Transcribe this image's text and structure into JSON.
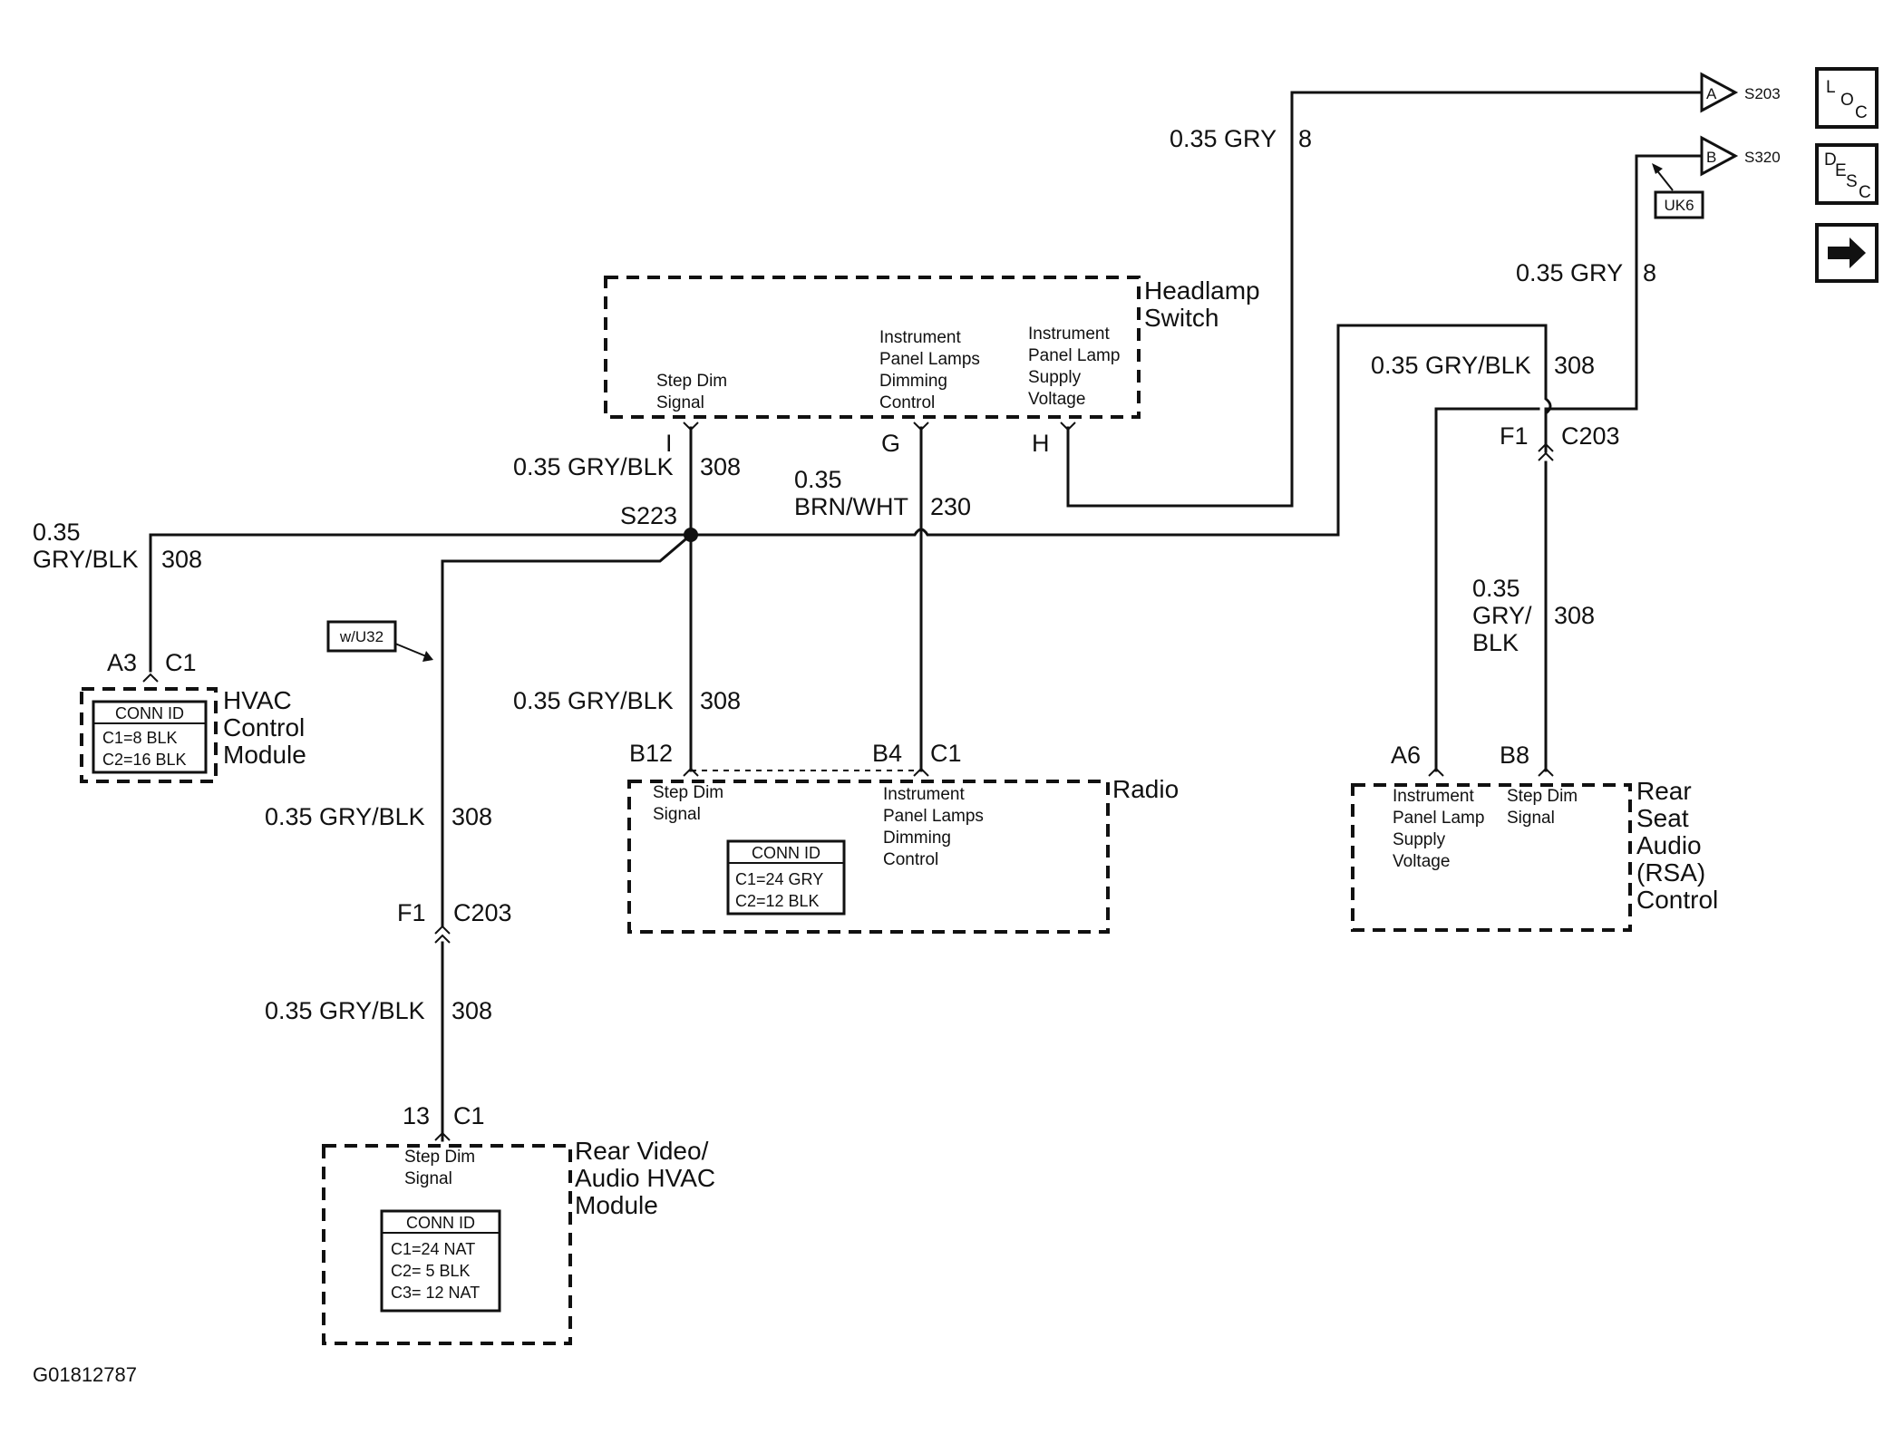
{
  "diagram_id": "G01812787",
  "side_buttons": [
    {
      "name": "loc-button",
      "letters": [
        "L",
        "O",
        "C"
      ]
    },
    {
      "name": "desc-button",
      "letters": [
        "D",
        "E",
        "S",
        "C"
      ]
    },
    {
      "name": "next-arrow-button",
      "icon": "right-arrow-icon"
    }
  ],
  "offpage": {
    "a": {
      "letter": "A",
      "splice": "S203"
    },
    "b": {
      "letter": "B",
      "splice": "S320"
    },
    "uk6": "UK6"
  },
  "components": {
    "headlamp_switch": {
      "name_line1": "Headlamp",
      "name_line2": "Switch",
      "pin_i_label": [
        "Step Dim",
        "Signal"
      ],
      "pin_g_label": [
        "Instrument",
        "Panel Lamps",
        "Dimming",
        "Control"
      ],
      "pin_h_label": [
        "Instrument",
        "Panel Lamp",
        "Supply",
        "Voltage"
      ],
      "pin_i": "I",
      "pin_g": "G",
      "pin_h": "H"
    },
    "hvac": {
      "name": [
        "HVAC",
        "Control",
        "Module"
      ],
      "pin": "A3",
      "conn": "C1",
      "conn_id_title": "CONN ID",
      "conn_id_rows": [
        "C1=8 BLK",
        "C2=16 BLK"
      ]
    },
    "radio": {
      "name": "Radio",
      "pin_b12": "B12",
      "pin_b4": "B4",
      "conn": "C1",
      "b12_label": [
        "Step Dim",
        "Signal"
      ],
      "b4_label": [
        "Instrument",
        "Panel Lamps",
        "Dimming",
        "Control"
      ],
      "conn_id_title": "CONN ID",
      "conn_id_rows": [
        "C1=24 GRY",
        "C2=12 BLK"
      ]
    },
    "rsa": {
      "name": [
        "Rear",
        "Seat",
        "Audio",
        "(RSA)",
        "Control"
      ],
      "pin_a6": "A6",
      "pin_b8": "B8",
      "a6_label": [
        "Instrument",
        "Panel Lamp",
        "Supply",
        "Voltage"
      ],
      "b8_label": [
        "Step Dim",
        "Signal"
      ]
    },
    "rear_video": {
      "name": [
        "Rear Video/",
        "Audio HVAC",
        "Module"
      ],
      "pin": "13",
      "conn": "C1",
      "label": [
        "Step Dim",
        "Signal"
      ],
      "conn_id_title": "CONN ID",
      "conn_id_rows": [
        "C1=24 NAT",
        "C2= 5 BLK",
        "C3= 12 NAT"
      ]
    }
  },
  "wires": {
    "top_gry": {
      "gauge_color": "0.35 GRY",
      "circuit": "8"
    },
    "right_gry": {
      "gauge_color": "0.35 GRY",
      "circuit": "8"
    },
    "right_grybl": {
      "gauge_color": "0.35 GRY/BLK",
      "circuit": "308"
    },
    "headlamp_i": {
      "gauge_color": "0.35 GRY/BLK",
      "circuit": "308"
    },
    "brn_wht": {
      "line1": "0.35",
      "line2": "BRN/WHT",
      "circuit": "230"
    },
    "hvac_wire": {
      "line1": "0.35",
      "line2": "GRY/BLK",
      "circuit": "308"
    },
    "radio_b12": {
      "gauge_color": "0.35 GRY/BLK",
      "circuit": "308"
    },
    "rv_upper": {
      "gauge_color": "0.35 GRY/BLK",
      "circuit": "308"
    },
    "rv_lower": {
      "gauge_color": "0.35 GRY/BLK",
      "circuit": "308"
    },
    "rsa_b8": {
      "line1": "0.35",
      "line2": "GRY/",
      "line3": "BLK",
      "circuit": "308"
    }
  },
  "splice": "S223",
  "connectors": {
    "c203_right": {
      "pin": "F1",
      "conn": "C203"
    },
    "c203_left": {
      "pin": "F1",
      "conn": "C203"
    }
  },
  "option_tag": "w/U32"
}
